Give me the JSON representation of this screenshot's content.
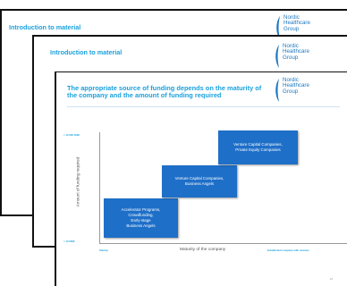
{
  "logo": {
    "lines": [
      "Nordic",
      "Healthcare",
      "Group"
    ],
    "color": "#1f78c1"
  },
  "slide1": {
    "title": "Introduction to material"
  },
  "slide2": {
    "title": "Introduction to material"
  },
  "slide3": {
    "title": "The appropriate source of funding depends on the maturity of the company and the amount of funding required",
    "y_top_label": "> 10 000 000€",
    "y_bottom_label": "< 10 000€",
    "y_axis_label": "Amount of funding required",
    "x_axis_label": "Maturity of the company",
    "x_left_label": "Startup",
    "x_right_label": "Established company with revenue",
    "stages": [
      "Accelerator Programs,\nCrowdfunding,\nEarly-stage\nBusiness Angels",
      "Venture Capital Companies,\nBusiness Angels",
      "Venture Capital Companies,\nPrivate Equity Companies"
    ],
    "page_number": "10"
  },
  "colors": {
    "accent": "#1ba1dc",
    "stage_fill": "#1e6fc8"
  }
}
